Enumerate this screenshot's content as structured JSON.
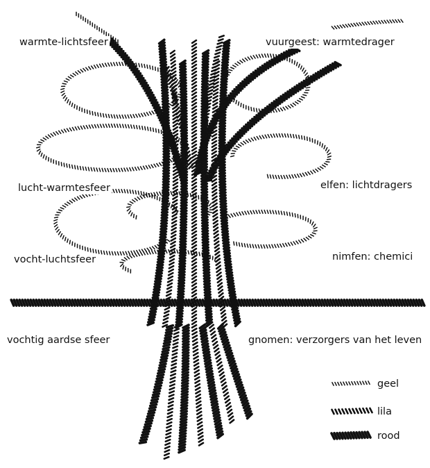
{
  "labels_left": [
    {
      "key": "warmte",
      "text": "warmte-lichtsfeer"
    },
    {
      "key": "lucht",
      "text": "lucht-warmtesfeer"
    },
    {
      "key": "vocht",
      "text": "vocht-luchtsfeer"
    },
    {
      "key": "aarde",
      "text": "vochtig aardse sfeer"
    }
  ],
  "labels_right": [
    {
      "key": "vuur",
      "text": "vuurgeest: warmtedrager"
    },
    {
      "key": "elfen",
      "text": "elfen: lichtdragers"
    },
    {
      "key": "nimfen",
      "text": "nimfen: chemici"
    },
    {
      "key": "gnomen",
      "text": "gnomen: verzorgers van het leven"
    }
  ],
  "legend": [
    {
      "label": "geel",
      "style": "fine"
    },
    {
      "label": "lila",
      "style": "medium"
    },
    {
      "label": "rood",
      "style": "heavy"
    }
  ],
  "colors": {
    "ink": "#111111",
    "background": "#ffffff"
  }
}
